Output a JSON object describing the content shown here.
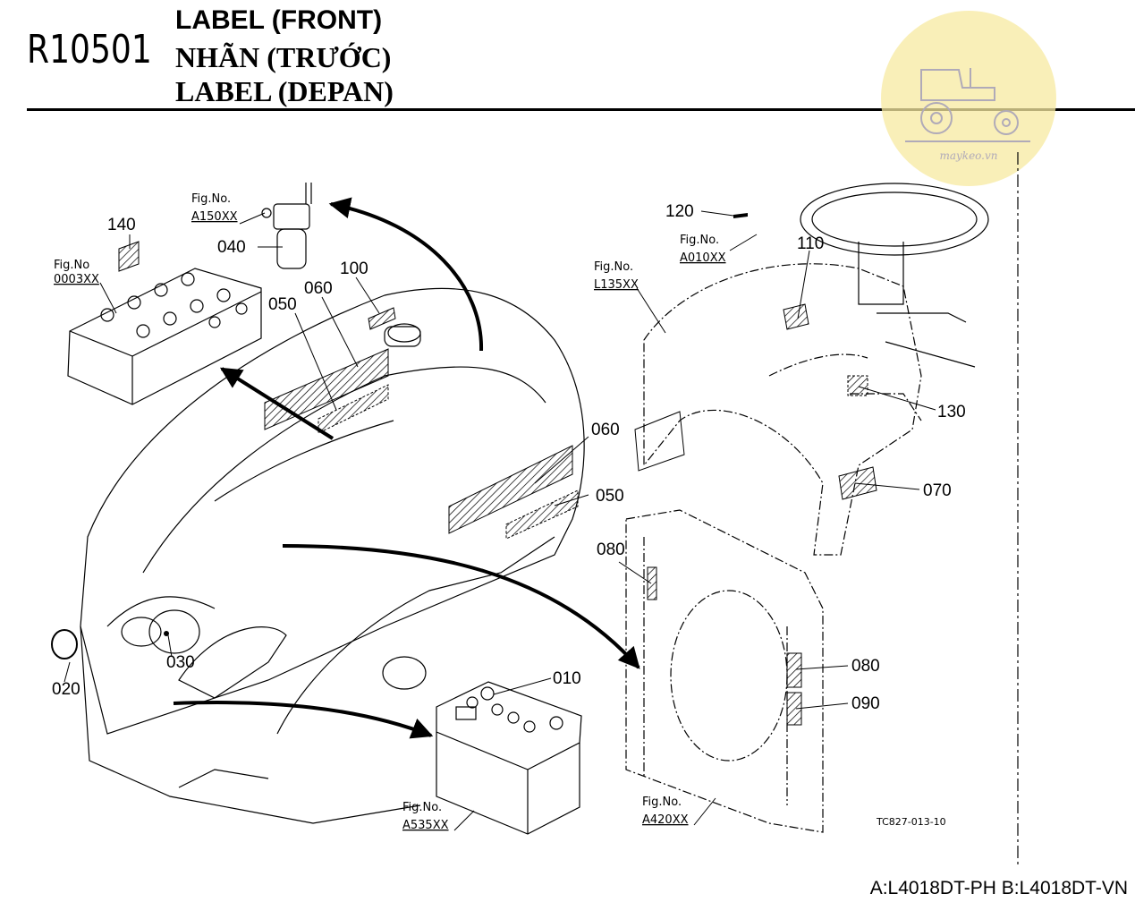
{
  "header": {
    "code": "R10501",
    "title_en": "LABEL (FRONT)",
    "title_vi": "NHÃN (TRƯỚC)",
    "title_id": "LABEL (DEPAN)"
  },
  "watermark": {
    "text": "maykeo.vn",
    "color": "#f7e9a0"
  },
  "parts": {
    "p010": "010",
    "p020": "020",
    "p030": "030",
    "p040": "040",
    "p050a": "050",
    "p050b": "050",
    "p060a": "060",
    "p060b": "060",
    "p070": "070",
    "p080a": "080",
    "p080b": "080",
    "p090": "090",
    "p100": "100",
    "p110": "110",
    "p120": "120",
    "p130": "130",
    "p140": "140"
  },
  "figs": {
    "f_0003": {
      "a": "Fig.No",
      "b": "0003XX"
    },
    "f_a150": {
      "a": "Fig.No.",
      "b": "A150XX"
    },
    "f_a010": {
      "a": "Fig.No.",
      "b": "A010XX"
    },
    "f_l135": {
      "a": "Fig.No.",
      "b": "L135XX"
    },
    "f_a535": {
      "a": "Fig.No.",
      "b": "A535XX"
    },
    "f_a420": {
      "a": "Fig.No.",
      "b": "A420XX"
    }
  },
  "drawing_code": "TC827-013-10",
  "footer": "A:L4018DT-PH B:L4018DT-VN"
}
